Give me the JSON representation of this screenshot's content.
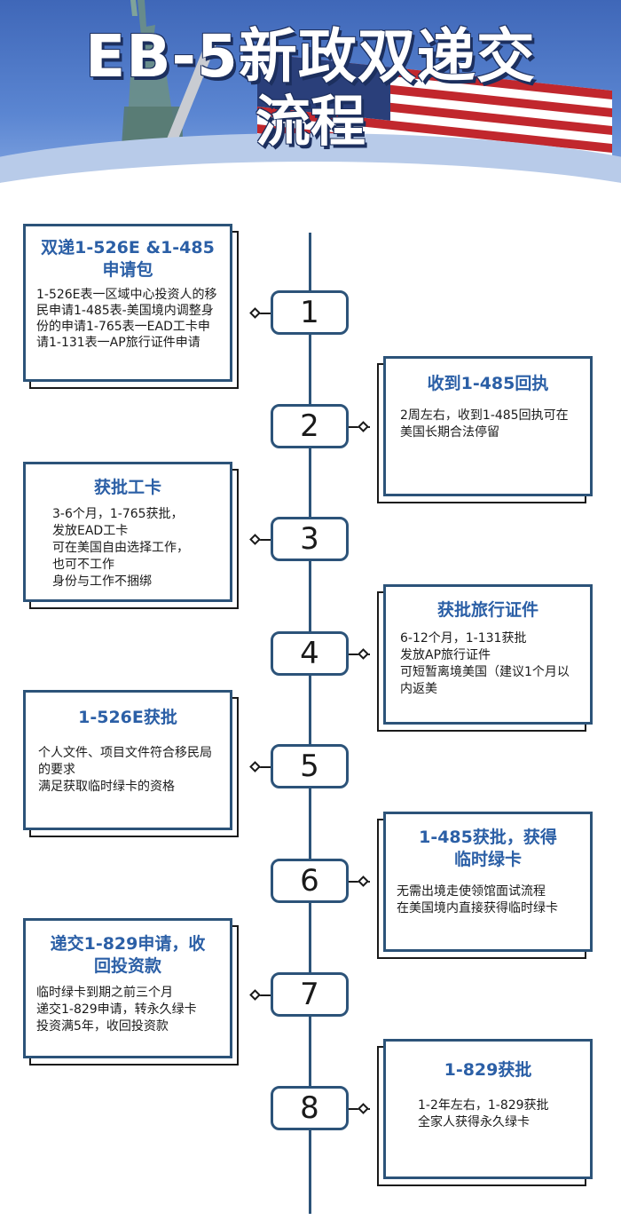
{
  "header": {
    "title_line1": "EB-5新政双递交",
    "title_line2": "流程"
  },
  "steps": [
    {
      "number": "1",
      "title": "双递1-526E &1-485申请包",
      "body": [
        "1-526E表一区域中心投资人的移民申请1-485表-美国境内调整身份的申请1-765表一EAD工卡申请1-131表一AP旅行证件申请"
      ]
    },
    {
      "number": "2",
      "title": "收到1-485回执",
      "body": [
        "2周左右，收到1-485回执可在美国长期合法停留"
      ]
    },
    {
      "number": "3",
      "title": "获批工卡",
      "body": [
        "3-6个月，1-765获批，",
        "发放EAD工卡",
        "可在美国自由选择工作，",
        "也可不工作",
        "身份与工作不捆绑"
      ]
    },
    {
      "number": "4",
      "title": "获批旅行证件",
      "body": [
        "6-12个月，1-131获批",
        "发放AP旅行证件",
        "可短暂离境美国（建议1个月以内返美"
      ]
    },
    {
      "number": "5",
      "title": "1-526E获批",
      "body": [
        "个人文件、项目文件符合移民局的要求",
        "满足获取临时绿卡的资格"
      ]
    },
    {
      "number": "6",
      "title": "1-485获批，获得临时绿卡",
      "body": [
        "无需出境走使领馆面试流程",
        "在美国境内直接获得临时绿卡"
      ]
    },
    {
      "number": "7",
      "title": "递交1-829申请，收回投资款",
      "body": [
        "临时绿卡到期之前三个月",
        "递交1-829申请，转永久绿卡",
        "投资满5年，收回投资款"
      ]
    },
    {
      "number": "8",
      "title": "1-829获批",
      "body": [
        "1-2年左右，1-829获批",
        "全家人获得永久绿卡"
      ]
    }
  ]
}
